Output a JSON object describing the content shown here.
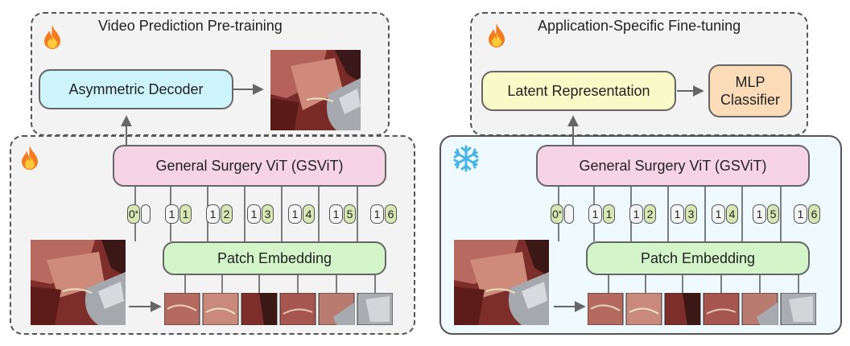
{
  "left": {
    "pretrain_title": "Video Prediction Pre-training",
    "decoder_label": "Asymmetric Decoder",
    "gsvit_label": "General Surgery ViT (GSViT)",
    "patch_label": "Patch Embedding",
    "tokens": [
      {
        "num": "0",
        "suffix": "*"
      },
      {
        "num": "1",
        "suffix": ""
      },
      {
        "num": "1",
        "suffix": "2"
      },
      {
        "num": "1",
        "suffix": "3"
      },
      {
        "num": "1",
        "suffix": "4"
      },
      {
        "num": "1",
        "suffix": "5"
      },
      {
        "num": "1",
        "suffix": "6"
      }
    ]
  },
  "right": {
    "finetune_title": "Application-Specific Fine-tuning",
    "latent_label": "Latent Representation",
    "mlp_label": "MLP Classifier",
    "gsvit_label": "General Surgery ViT (GSViT)",
    "patch_label": "Patch Embedding",
    "tokens": [
      {
        "num": "0",
        "suffix": "*"
      },
      {
        "num": "1",
        "suffix": ""
      },
      {
        "num": "1",
        "suffix": "2"
      },
      {
        "num": "1",
        "suffix": "3"
      },
      {
        "num": "1",
        "suffix": "4"
      },
      {
        "num": "1",
        "suffix": "5"
      },
      {
        "num": "1",
        "suffix": "6"
      }
    ]
  },
  "icons": {
    "fire": "fire-icon",
    "snowflake": "snowflake-icon"
  },
  "colors": {
    "decoder_fill": "#cdf3fb",
    "gsvit_fill": "#f7d3e6",
    "patch_fill": "#d4f5c9",
    "latent_fill": "#fafac8",
    "mlp_fill": "#fcdcb8",
    "frozen_panel_fill": "#eefaff"
  }
}
